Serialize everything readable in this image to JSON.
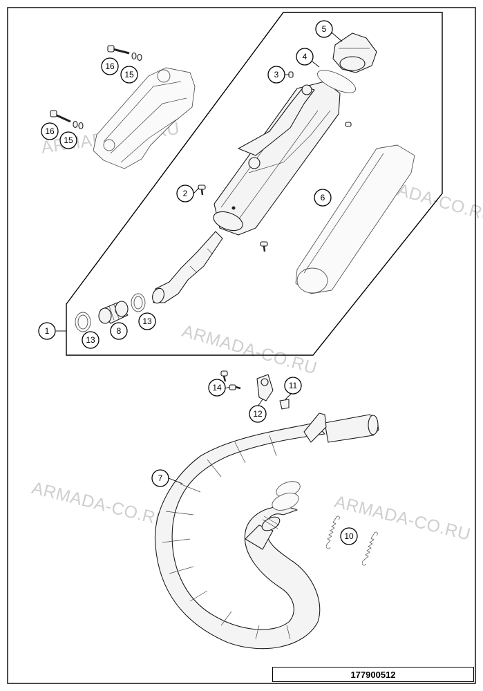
{
  "watermark_text": "ARMADA-CO.RU",
  "doc_number": "177900512",
  "callouts": {
    "c1": "1",
    "c2": "2",
    "c3": "3",
    "c4": "4",
    "c5": "5",
    "c6": "6",
    "c7": "7",
    "c8": "8",
    "c10": "10",
    "c11": "11",
    "c12": "12",
    "c13a": "13",
    "c13b": "13",
    "c14": "14",
    "c15a": "15",
    "c15b": "15",
    "c16a": "16",
    "c16b": "16"
  }
}
